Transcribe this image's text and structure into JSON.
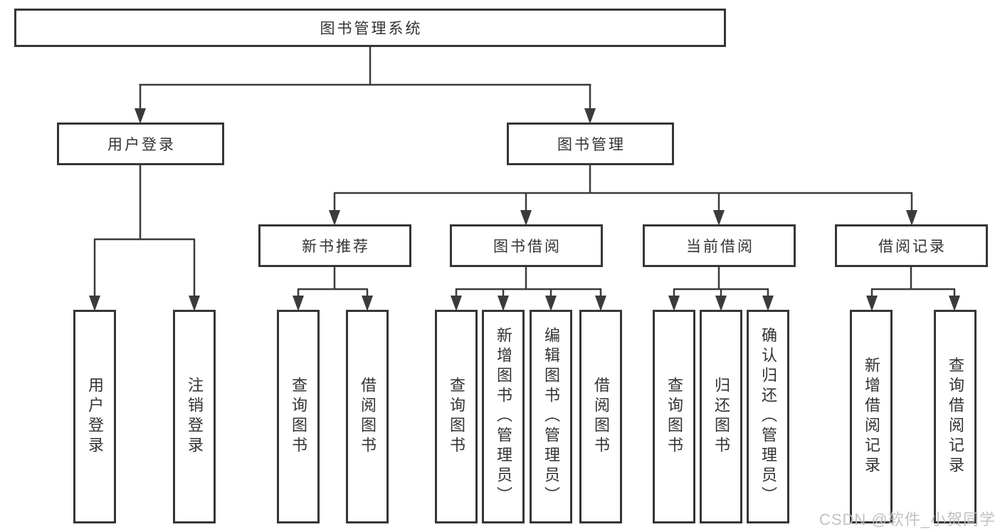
{
  "diagram": {
    "root": {
      "label": "图书管理系统"
    },
    "level2": [
      {
        "label": "用户登录"
      },
      {
        "label": "图书管理"
      }
    ],
    "level3": [
      {
        "label": "新书推荐"
      },
      {
        "label": "图书借阅"
      },
      {
        "label": "当前借阅"
      },
      {
        "label": "借阅记录"
      }
    ],
    "leaves": {
      "user_login": [
        "用户登录",
        "注销登录"
      ],
      "new_book": [
        "查询图书",
        "借阅图书"
      ],
      "book_borrow": [
        "查询图书",
        "新增图书（管理员）",
        "编辑图书（管理员）",
        "借阅图书"
      ],
      "current_borrow": [
        "查询图书",
        "归还图书",
        "确认归还（管理员）"
      ],
      "borrow_record": [
        "新增借阅记录",
        "查询借阅记录"
      ]
    }
  },
  "watermark": {
    "text": "CSDN @软件_小贺同学"
  },
  "colors": {
    "line": "#3b3b3b",
    "border": "#363636",
    "text": "#333333",
    "watermark": "#bcbcbc",
    "background": "#ffffff"
  }
}
